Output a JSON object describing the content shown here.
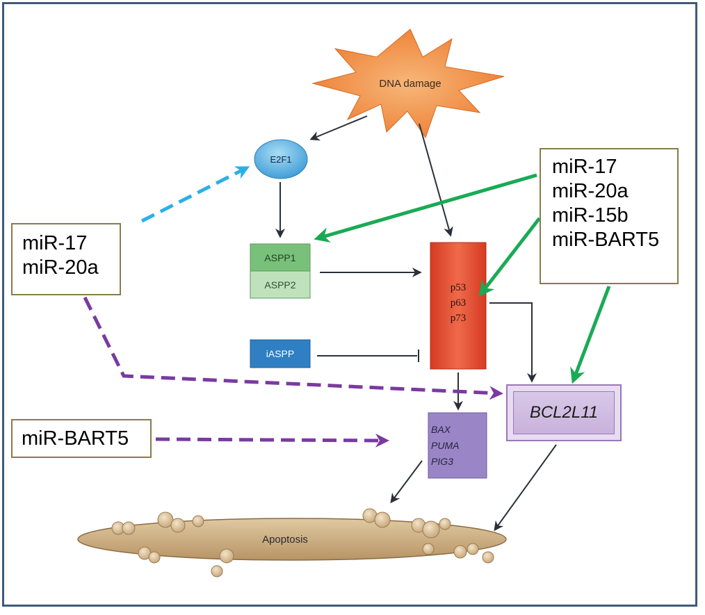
{
  "nodes": {
    "dna_damage": "DNA damage",
    "e2f1": "E2F1",
    "aspp1": "ASPP1",
    "aspp2": "ASPP2",
    "iaspp": "iASPP",
    "p53": "p53",
    "p63": "p63",
    "p73": "p73",
    "bax": "BAX",
    "puma": "PUMA",
    "pig3": "PIG3",
    "bcl2l11": "BCL2L11",
    "apoptosis": "Apoptosis"
  },
  "mirna_boxes": {
    "left": [
      "miR-17",
      "miR-20a"
    ],
    "right": [
      "miR-17",
      "miR-20a",
      "miR-15b",
      "miR-BART5"
    ],
    "bottom": [
      "miR-BART5"
    ]
  },
  "colors": {
    "frame": "#3f5a7a",
    "green_arrow": "#1aaa55",
    "purple_arrow": "#7a3aa0",
    "blue_arrow": "#2ab0e8",
    "black_arrow": "#2a2f38",
    "starburst": "#f08a3c",
    "p53_box": "#e04a2e",
    "bax_box": "#9a86c6",
    "aspp_box": "#a9d8a4",
    "iaspp_box": "#2f7fc2",
    "e2f1": "#5ab4e6",
    "apoptosis_ellipse": "#c9a97a"
  }
}
